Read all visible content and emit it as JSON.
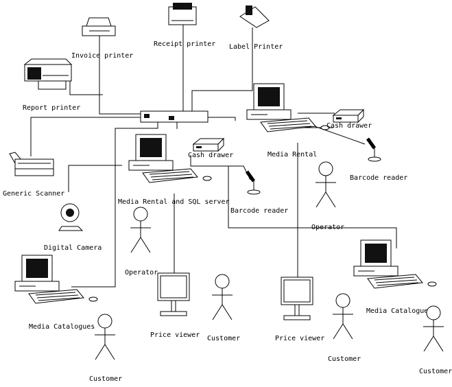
{
  "nodes": {
    "invoice_printer": "Invoice printer",
    "receipt_printer": "Receipt printer",
    "label_printer": "Label Printer",
    "report_printer": "Report printer",
    "generic_scanner": "Generic Scanner",
    "digital_camera": "Digital Camera",
    "media_rental_sql": "Media Rental and SQL server",
    "cash_drawer_center": "Cash drawer",
    "barcode_reader_center": "Barcode reader",
    "media_rental_right": "Media Rental",
    "cash_drawer_right": "Cash drawer",
    "barcode_reader_right": "Barcode reader",
    "operator_center": "Operator",
    "operator_right": "Operator",
    "price_viewer_left": "Price viewer",
    "price_viewer_right": "Price viewer",
    "media_catalogues_left": "Media Catalogues",
    "media_catalogues_right": "Media Catalogues",
    "customer_1": "Customer",
    "customer_2": "Customer",
    "customer_3": "Customer",
    "customer_4": "Customer"
  },
  "colors": {
    "line": "#000000",
    "screen": "#111111",
    "body": "#ffffff"
  }
}
